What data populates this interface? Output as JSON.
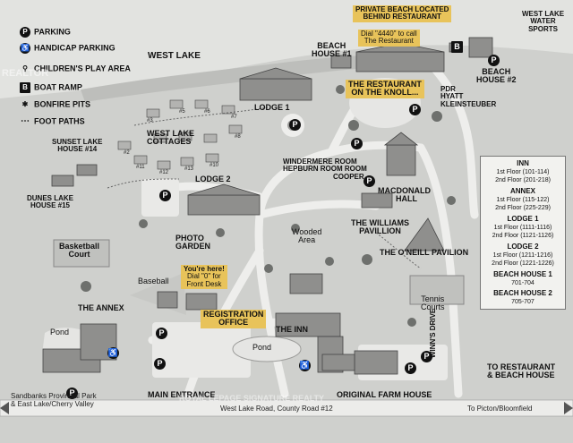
{
  "legend": {
    "items": [
      {
        "icon": "P",
        "label": "PARKING",
        "icon_name": "parking-icon"
      },
      {
        "icon": "♿",
        "label": "HANDICAP PARKING",
        "icon_name": "handicap-parking-icon"
      },
      {
        "icon": "",
        "label": "CHILDREN'S PLAY AREA",
        "icon_name": "play-area-icon"
      },
      {
        "icon": "B",
        "label": "BOAT RAMP",
        "icon_name": "boat-ramp-icon"
      },
      {
        "icon": "",
        "label": "BONFIRE PITS",
        "icon_name": "bonfire-icon"
      },
      {
        "icon": "",
        "label": "FOOT PATHS",
        "icon_name": "foot-path-icon"
      }
    ]
  },
  "labels": {
    "west_lake": "WEST LAKE",
    "private_beach": "PRIVATE BEACH LOCATED",
    "behind_restaurant": "BEHIND RESTAURANT",
    "dial_4440_a": "Dial \"4440\" to call",
    "dial_4440_b": "The Restaurant",
    "west_lake_water": "WEST LAKE",
    "water": "WATER",
    "sports": "SPORTS",
    "beach_house_1_a": "BEACH",
    "beach_house_1_b": "HOUSE #1",
    "beach_house_2_a": "BEACH",
    "beach_house_2_b": "HOUSE #2",
    "restaurant_a": "THE RESTAURANT",
    "restaurant_b": "ON THE KNOLL...",
    "pdr_a": "PDR",
    "pdr_b": "HYATT",
    "pdr_c": "KLEINSTEUBER",
    "lodge1": "LODGE 1",
    "lodge2": "LODGE 2",
    "cottages_a": "WEST LAKE",
    "cottages_b": "COTTAGES",
    "sunset_a": "SUNSET LAKE",
    "sunset_b": "HOUSE #14",
    "dunes_a": "DUNES LAKE",
    "dunes_b": "HOUSE #15",
    "windermere_a": "WINDERMERE ROOM",
    "windermere_b": "HEPBURN ROOM",
    "windermere_c": "ROOM",
    "windermere_d": "COOPER",
    "macdonald_a": "MACDONALD",
    "macdonald_b": "HALL",
    "williams_a": "THE WILLIAMS",
    "williams_b": "PAVILLION",
    "oneill": "THE O'NEILL PAVILION",
    "wooded_a": "Wooded",
    "wooded_b": "Area",
    "photo_a": "PHOTO",
    "photo_b": "GARDEN",
    "basketball_a": "Basketball",
    "basketball_b": "Court",
    "baseball": "Baseball",
    "here_a": "You're here!",
    "here_b": "Dial \"0\" for",
    "here_c": "Front Desk",
    "registration_a": "REGISTRATION",
    "registration_b": "OFFICE",
    "annex": "THE ANNEX",
    "pond_left": "Pond",
    "pond_mid": "Pond",
    "the_inn": "THE INN",
    "tennis_a": "Tennis",
    "tennis_b": "Courts",
    "winns_drive": "WINN'S DRIVE",
    "to_restaurant_a": "TO RESTAURANT",
    "to_restaurant_b": "& BEACH HOUSE",
    "main_entrance": "MAIN ENTRANCE",
    "original_farm": "ORIGINAL FARM HOUSE",
    "sandbanks_a": "Sandbanks Provincial Park",
    "sandbanks_b": "& East Lake/Cherry Valley",
    "west_lake_road": "West Lake Road, County Road #12",
    "to_picton": "To Picton/Bloomfield",
    "watermark_tl": "REALTOR",
    "watermark_bottom": "ROYAL LEPAGE SIGNATURE REALTY"
  },
  "cottage_numbers": [
    "#1",
    "#2",
    "#3",
    "#4",
    "#5",
    "#6",
    "#7",
    "#8",
    "#9",
    "#10",
    "#11",
    "#12",
    "#13"
  ],
  "room_index": [
    {
      "title": "INN",
      "lines": [
        "1st Floor (101-114)",
        "2nd Floor (201-218)"
      ]
    },
    {
      "title": "ANNEX",
      "lines": [
        "1st Floor (115-122)",
        "2nd Floor (225-229)"
      ]
    },
    {
      "title": "LODGE 1",
      "lines": [
        "1st Floor (1111-1116)",
        "2nd Floor (1121-1126)"
      ]
    },
    {
      "title": "LODGE 2",
      "lines": [
        "1st Floor (1211-1216)",
        "2nd Floor (1221-1226)"
      ]
    },
    {
      "title": "BEACH HOUSE 1",
      "lines": [
        "701-704"
      ]
    },
    {
      "title": "BEACH HOUSE 2",
      "lines": [
        "705-707"
      ]
    }
  ],
  "parking_symbol": "P",
  "boat_symbol": "B",
  "colors": {
    "grass": "#cfd0cd",
    "road": "#ececea",
    "building": "#8e8e8c",
    "highlight": "#e8c35a",
    "water": "#e4e4e2"
  }
}
